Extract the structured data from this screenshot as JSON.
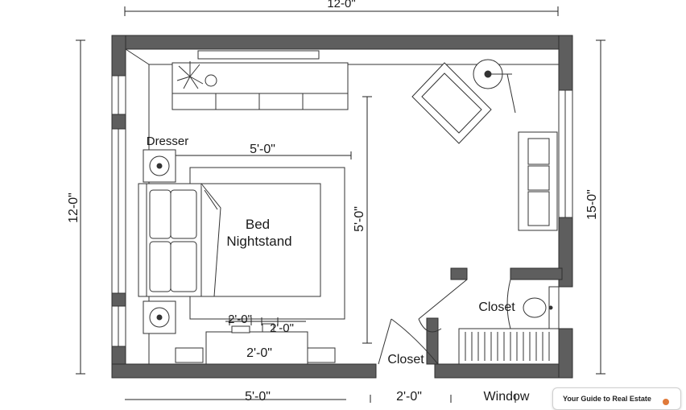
{
  "dimensions": {
    "top_width": "12-0\"",
    "left_height": "12-0\"",
    "right_height": "15-0\"",
    "bed_width": "5'-0\"",
    "bed_length": "5'-0\"",
    "nightstand_width": "2'-0\"",
    "nightstand_side": "2'-0\"",
    "desk_width": "2'-0\"",
    "bottom_left": "5'-0\"",
    "bottom_mid": "2'-0\""
  },
  "labels": {
    "dresser": "Dresser",
    "bed": "Bed",
    "nightstand": "Nightstand",
    "closet_left": "Closet",
    "closet_right": "Closet",
    "window": "Window"
  },
  "badge": {
    "text": "Your Guide to Real Estate"
  }
}
